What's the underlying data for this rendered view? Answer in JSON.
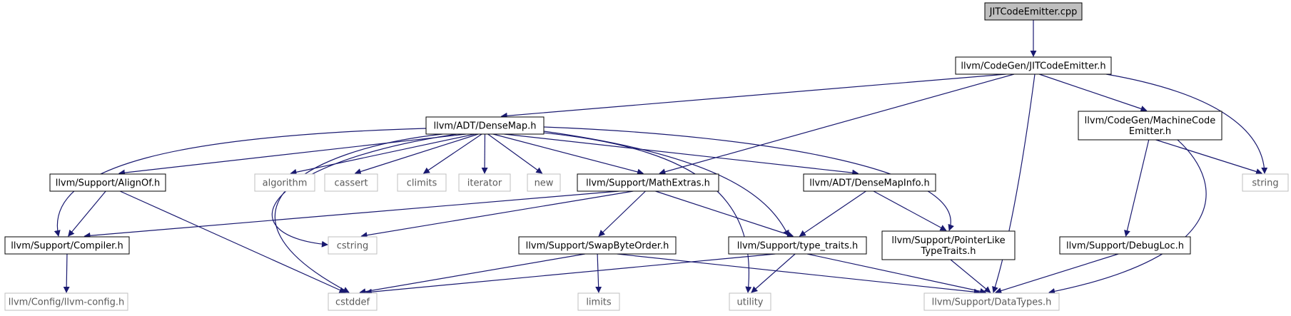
{
  "colors": {
    "edge": "#191970",
    "root_fill": "#bfbfbf",
    "node_fill": "#ffffff",
    "node_border": "#000000",
    "system_border": "#bfbfbf",
    "system_text": "#5a5a5a"
  },
  "nodes": [
    {
      "id": "root",
      "label": "JITCodeEmitter.cpp",
      "kind": "root"
    },
    {
      "id": "jce_h",
      "label": "llvm/CodeGen/JITCodeEmitter.h",
      "kind": "header"
    },
    {
      "id": "densemap",
      "label": "llvm/ADT/DenseMap.h",
      "kind": "header"
    },
    {
      "id": "mce",
      "lines": [
        "llvm/CodeGen/MachineCode",
        "Emitter.h"
      ],
      "kind": "header"
    },
    {
      "id": "string",
      "label": "string",
      "kind": "system"
    },
    {
      "id": "alignof",
      "label": "llvm/Support/AlignOf.h",
      "kind": "header"
    },
    {
      "id": "algorithm",
      "label": "algorithm",
      "kind": "system"
    },
    {
      "id": "cassert",
      "label": "cassert",
      "kind": "system"
    },
    {
      "id": "climits",
      "label": "climits",
      "kind": "system"
    },
    {
      "id": "iterator",
      "label": "iterator",
      "kind": "system"
    },
    {
      "id": "new",
      "label": "new",
      "kind": "system"
    },
    {
      "id": "mathextras",
      "label": "llvm/Support/MathExtras.h",
      "kind": "header"
    },
    {
      "id": "densemapinfo",
      "label": "llvm/ADT/DenseMapInfo.h",
      "kind": "header"
    },
    {
      "id": "compiler",
      "label": "llvm/Support/Compiler.h",
      "kind": "header"
    },
    {
      "id": "cstring",
      "label": "cstring",
      "kind": "system"
    },
    {
      "id": "swapbyte",
      "label": "llvm/Support/SwapByteOrder.h",
      "kind": "header"
    },
    {
      "id": "typetraits",
      "label": "llvm/Support/type_traits.h",
      "kind": "header"
    },
    {
      "id": "pointerlike",
      "lines": [
        "llvm/Support/PointerLike",
        "TypeTraits.h"
      ],
      "kind": "header"
    },
    {
      "id": "debugloc",
      "label": "llvm/Support/DebugLoc.h",
      "kind": "header"
    },
    {
      "id": "llvmconfig",
      "label": "llvm/Config/llvm-config.h",
      "kind": "system"
    },
    {
      "id": "cstddef",
      "label": "cstddef",
      "kind": "system"
    },
    {
      "id": "limits",
      "label": "limits",
      "kind": "system"
    },
    {
      "id": "utility",
      "label": "utility",
      "kind": "system"
    },
    {
      "id": "datatypes",
      "label": "llvm/Support/DataTypes.h",
      "kind": "system"
    }
  ],
  "edges": [
    [
      "root",
      "jce_h"
    ],
    [
      "jce_h",
      "densemap"
    ],
    [
      "jce_h",
      "mathextras"
    ],
    [
      "jce_h",
      "datatypes"
    ],
    [
      "jce_h",
      "mce"
    ],
    [
      "jce_h",
      "string"
    ],
    [
      "densemap",
      "alignof"
    ],
    [
      "densemap",
      "algorithm"
    ],
    [
      "densemap",
      "cassert"
    ],
    [
      "densemap",
      "climits"
    ],
    [
      "densemap",
      "iterator"
    ],
    [
      "densemap",
      "new"
    ],
    [
      "densemap",
      "mathextras"
    ],
    [
      "densemap",
      "densemapinfo"
    ],
    [
      "densemap",
      "pointerlike"
    ],
    [
      "densemap",
      "typetraits"
    ],
    [
      "densemap",
      "utility"
    ],
    [
      "densemap",
      "compiler"
    ],
    [
      "densemap",
      "cstring"
    ],
    [
      "densemap",
      "cstddef"
    ],
    [
      "alignof",
      "compiler"
    ],
    [
      "alignof",
      "cstddef"
    ],
    [
      "mathextras",
      "compiler"
    ],
    [
      "mathextras",
      "cstring"
    ],
    [
      "mathextras",
      "swapbyte"
    ],
    [
      "mathextras",
      "typetraits"
    ],
    [
      "densemapinfo",
      "typetraits"
    ],
    [
      "densemapinfo",
      "pointerlike"
    ],
    [
      "mce",
      "string"
    ],
    [
      "mce",
      "debugloc"
    ],
    [
      "mce",
      "datatypes"
    ],
    [
      "compiler",
      "llvmconfig"
    ],
    [
      "swapbyte",
      "cstddef"
    ],
    [
      "swapbyte",
      "limits"
    ],
    [
      "swapbyte",
      "datatypes"
    ],
    [
      "typetraits",
      "cstddef"
    ],
    [
      "typetraits",
      "utility"
    ],
    [
      "typetraits",
      "datatypes"
    ],
    [
      "pointerlike",
      "datatypes"
    ],
    [
      "debugloc",
      "datatypes"
    ]
  ]
}
